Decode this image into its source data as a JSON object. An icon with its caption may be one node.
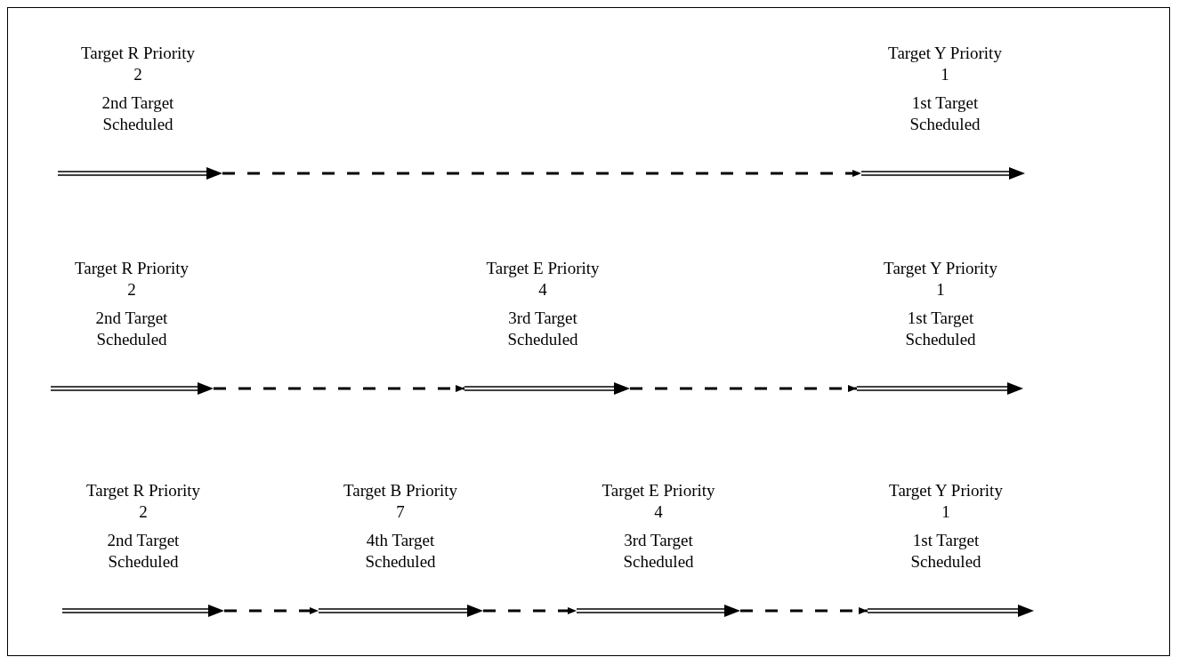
{
  "diagram": {
    "nodes": [
      {
        "text": [
          "Target R Priority 2",
          "2nd Target Scheduled"
        ]
      },
      {
        "text": [
          "Target Y Priority 1",
          "1st Target Scheduled"
        ]
      },
      {
        "text": [
          "Target R Priority 2",
          "2nd Target Scheduled"
        ]
      },
      {
        "text": [
          "Target E Priority 4",
          "3rd Target Scheduled"
        ]
      },
      {
        "text": [
          "Target Y Priority 1",
          "1st Target Scheduled"
        ]
      },
      {
        "text": [
          "Target R Priority 2",
          "2nd Target Scheduled"
        ]
      },
      {
        "text": [
          "Target B Priority 7",
          "4th Target Scheduled"
        ]
      },
      {
        "text": [
          "Target E Priority 4",
          "3rd Target Scheduled"
        ]
      },
      {
        "text": [
          "Target Y Priority 1",
          "1st Target Scheduled"
        ]
      }
    ],
    "edges": [
      {
        "from": 0,
        "to": 1,
        "arrow": "to",
        "style": "dashed"
      },
      {
        "from": 2,
        "to": 3,
        "arrow": "to",
        "style": "dashed"
      },
      {
        "from": 3,
        "to": 4,
        "arrow": "to",
        "style": "dashed"
      },
      {
        "from": 5,
        "to": 6,
        "arrow": "to",
        "style": "dashed"
      },
      {
        "from": 6,
        "to": 7,
        "arrow": "to",
        "style": "dashed"
      },
      {
        "from": 7,
        "to": 8,
        "arrow": "to",
        "style": "dashed"
      }
    ]
  }
}
